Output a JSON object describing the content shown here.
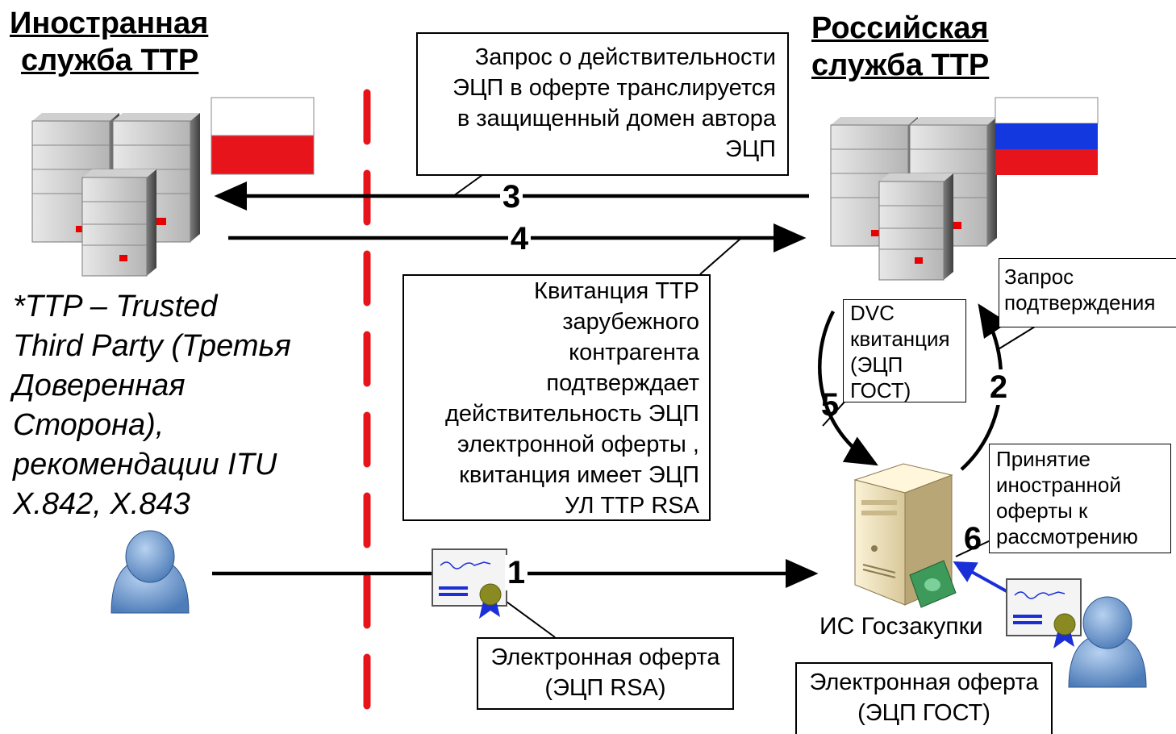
{
  "foreign_ttp": {
    "title_line1": "Иностранная",
    "title_line2": "служба ТТР"
  },
  "russian_ttp": {
    "title_line1": "Российская",
    "title_line2": "служба ТТР"
  },
  "footnote": {
    "line1": "*TTP – Trusted",
    "line2": "Third Party (Третья",
    "line3": "Доверенная",
    "line4": "Сторона),",
    "line5": "рекомендации ITU",
    "line6": "X.842, X.843"
  },
  "callouts": {
    "request_relay": {
      "line1": "Запрос о действительности",
      "line2": "ЭЦП в оферте транслируется",
      "line3": "в защищенный домен автора",
      "line4": "ЭЦП"
    },
    "receipt": {
      "line1": "Квитанция ТТР",
      "line2": "зарубежного",
      "line3": "контрагента",
      "line4": "подтверждает",
      "line5": "действительность ЭЦП",
      "line6": "электронной оферты ,",
      "line7": "квитанция имеет ЭЦП",
      "line8": "УЛ ТТР RSA"
    },
    "confirm_request": {
      "line1": "Запрос",
      "line2": "подтверждения"
    },
    "dvc": {
      "line1": "DVC",
      "line2": "квитанция",
      "line3": "(ЭЦП",
      "line4": "ГОСТ)"
    },
    "accept": {
      "line1": "Принятие",
      "line2": "иностранной",
      "line3": "оферты к",
      "line4": "рассмотрению"
    },
    "offer_rsa": {
      "line1": "Электронная оферта",
      "line2": "(ЭЦП RSA)"
    },
    "offer_gost": {
      "line1": "Электронная оферта",
      "line2": "(ЭЦП ГОСТ)"
    }
  },
  "steps": {
    "s1": "1",
    "s2": "2",
    "s3": "3",
    "s4": "4",
    "s5": "5",
    "s6": "6"
  },
  "system_label": "ИС Госзакупки",
  "colors": {
    "border_line": "#e8141c",
    "arrow": "#000000",
    "blue_arrow": "#1a2fd6",
    "person": "#6b98cf"
  }
}
